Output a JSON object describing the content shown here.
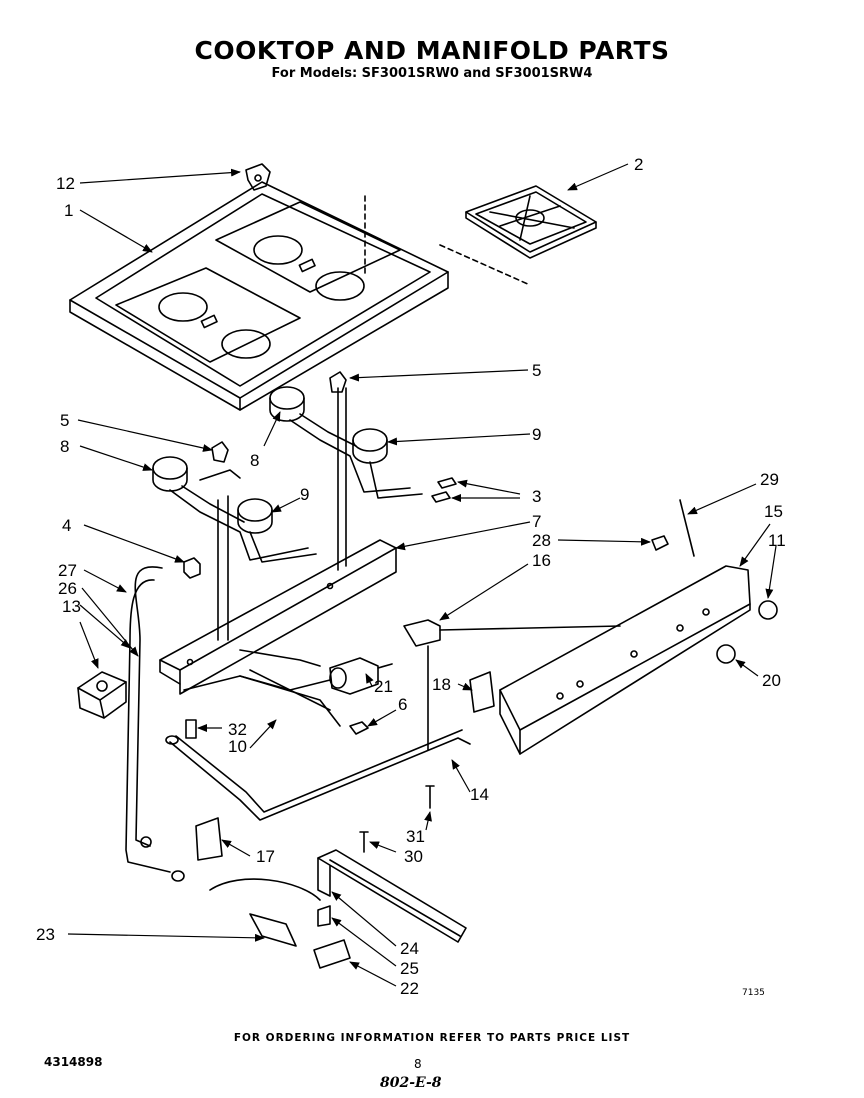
{
  "title": "COOKTOP  AND MANIFOLD PARTS",
  "subtitle": "For Models: SF3001SRW0 and SF3001SRW4",
  "footer_note": "FOR ORDERING INFORMATION REFER TO PARTS PRICE LIST",
  "doc_number": "4314898",
  "page_number": "8",
  "handwritten_note": "802-E-8",
  "figure_id": "7135",
  "labels": {
    "l1": "1",
    "l2": "2",
    "l3": "3",
    "l4": "4",
    "l5a": "5",
    "l5b": "5",
    "l6": "6",
    "l7": "7",
    "l8a": "8",
    "l8b": "8",
    "l9a": "9",
    "l9b": "9",
    "l10": "10",
    "l11": "11",
    "l12": "12",
    "l13": "13",
    "l14": "14",
    "l15": "15",
    "l16": "16",
    "l17": "17",
    "l18": "18",
    "l20": "20",
    "l21": "21",
    "l22": "22",
    "l23": "23",
    "l24": "24",
    "l25": "25",
    "l26": "26",
    "l27": "27",
    "l28": "28",
    "l29": "29",
    "l30": "30",
    "l31": "31",
    "l32": "32"
  }
}
